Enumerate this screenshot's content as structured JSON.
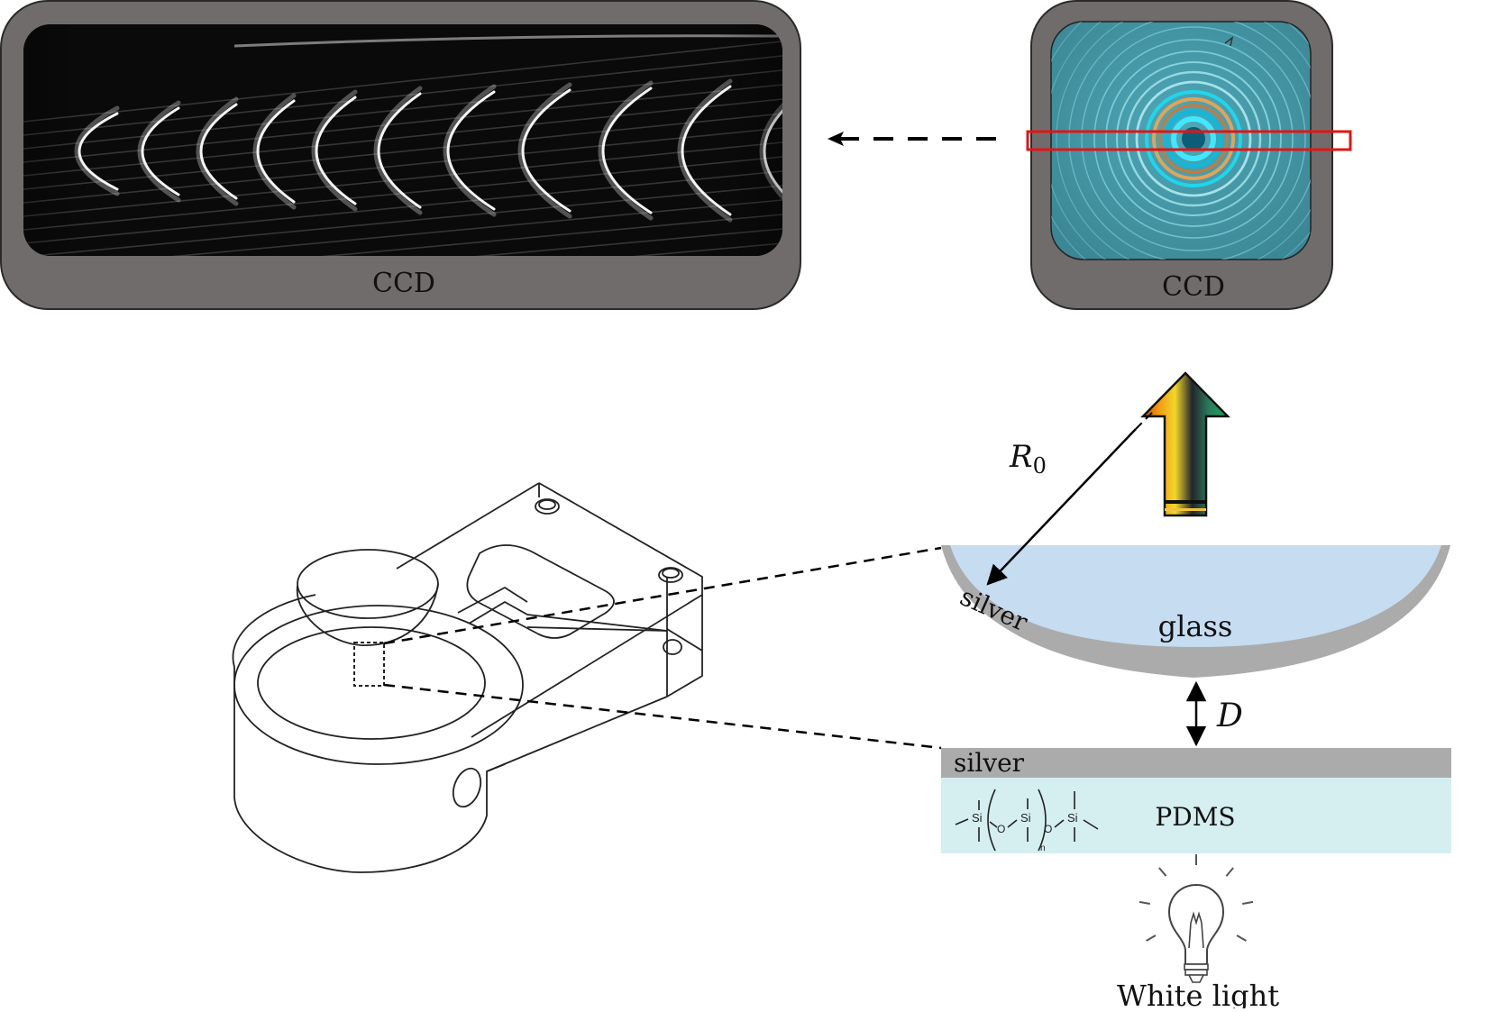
{
  "ccd_left": {
    "label": "CCD"
  },
  "ccd_right": {
    "label": "CCD"
  },
  "labels": {
    "radius": "R",
    "radius_sub": "0",
    "silver_top": "silver",
    "glass": "glass",
    "distance": "D",
    "silver_bottom": "silver",
    "pdms": "PDMS",
    "light": "White light"
  },
  "formula": {
    "si_1": "Si",
    "o_1": "O",
    "si_2": "Si",
    "o_2": "O",
    "si_3": "Si",
    "n": "n"
  },
  "colors": {
    "ccd_frame": "#716c6c",
    "silver": "#ababab",
    "glass": "#c5dcf1",
    "pdms": "#d5eef0",
    "selection_box": "#e41414"
  }
}
